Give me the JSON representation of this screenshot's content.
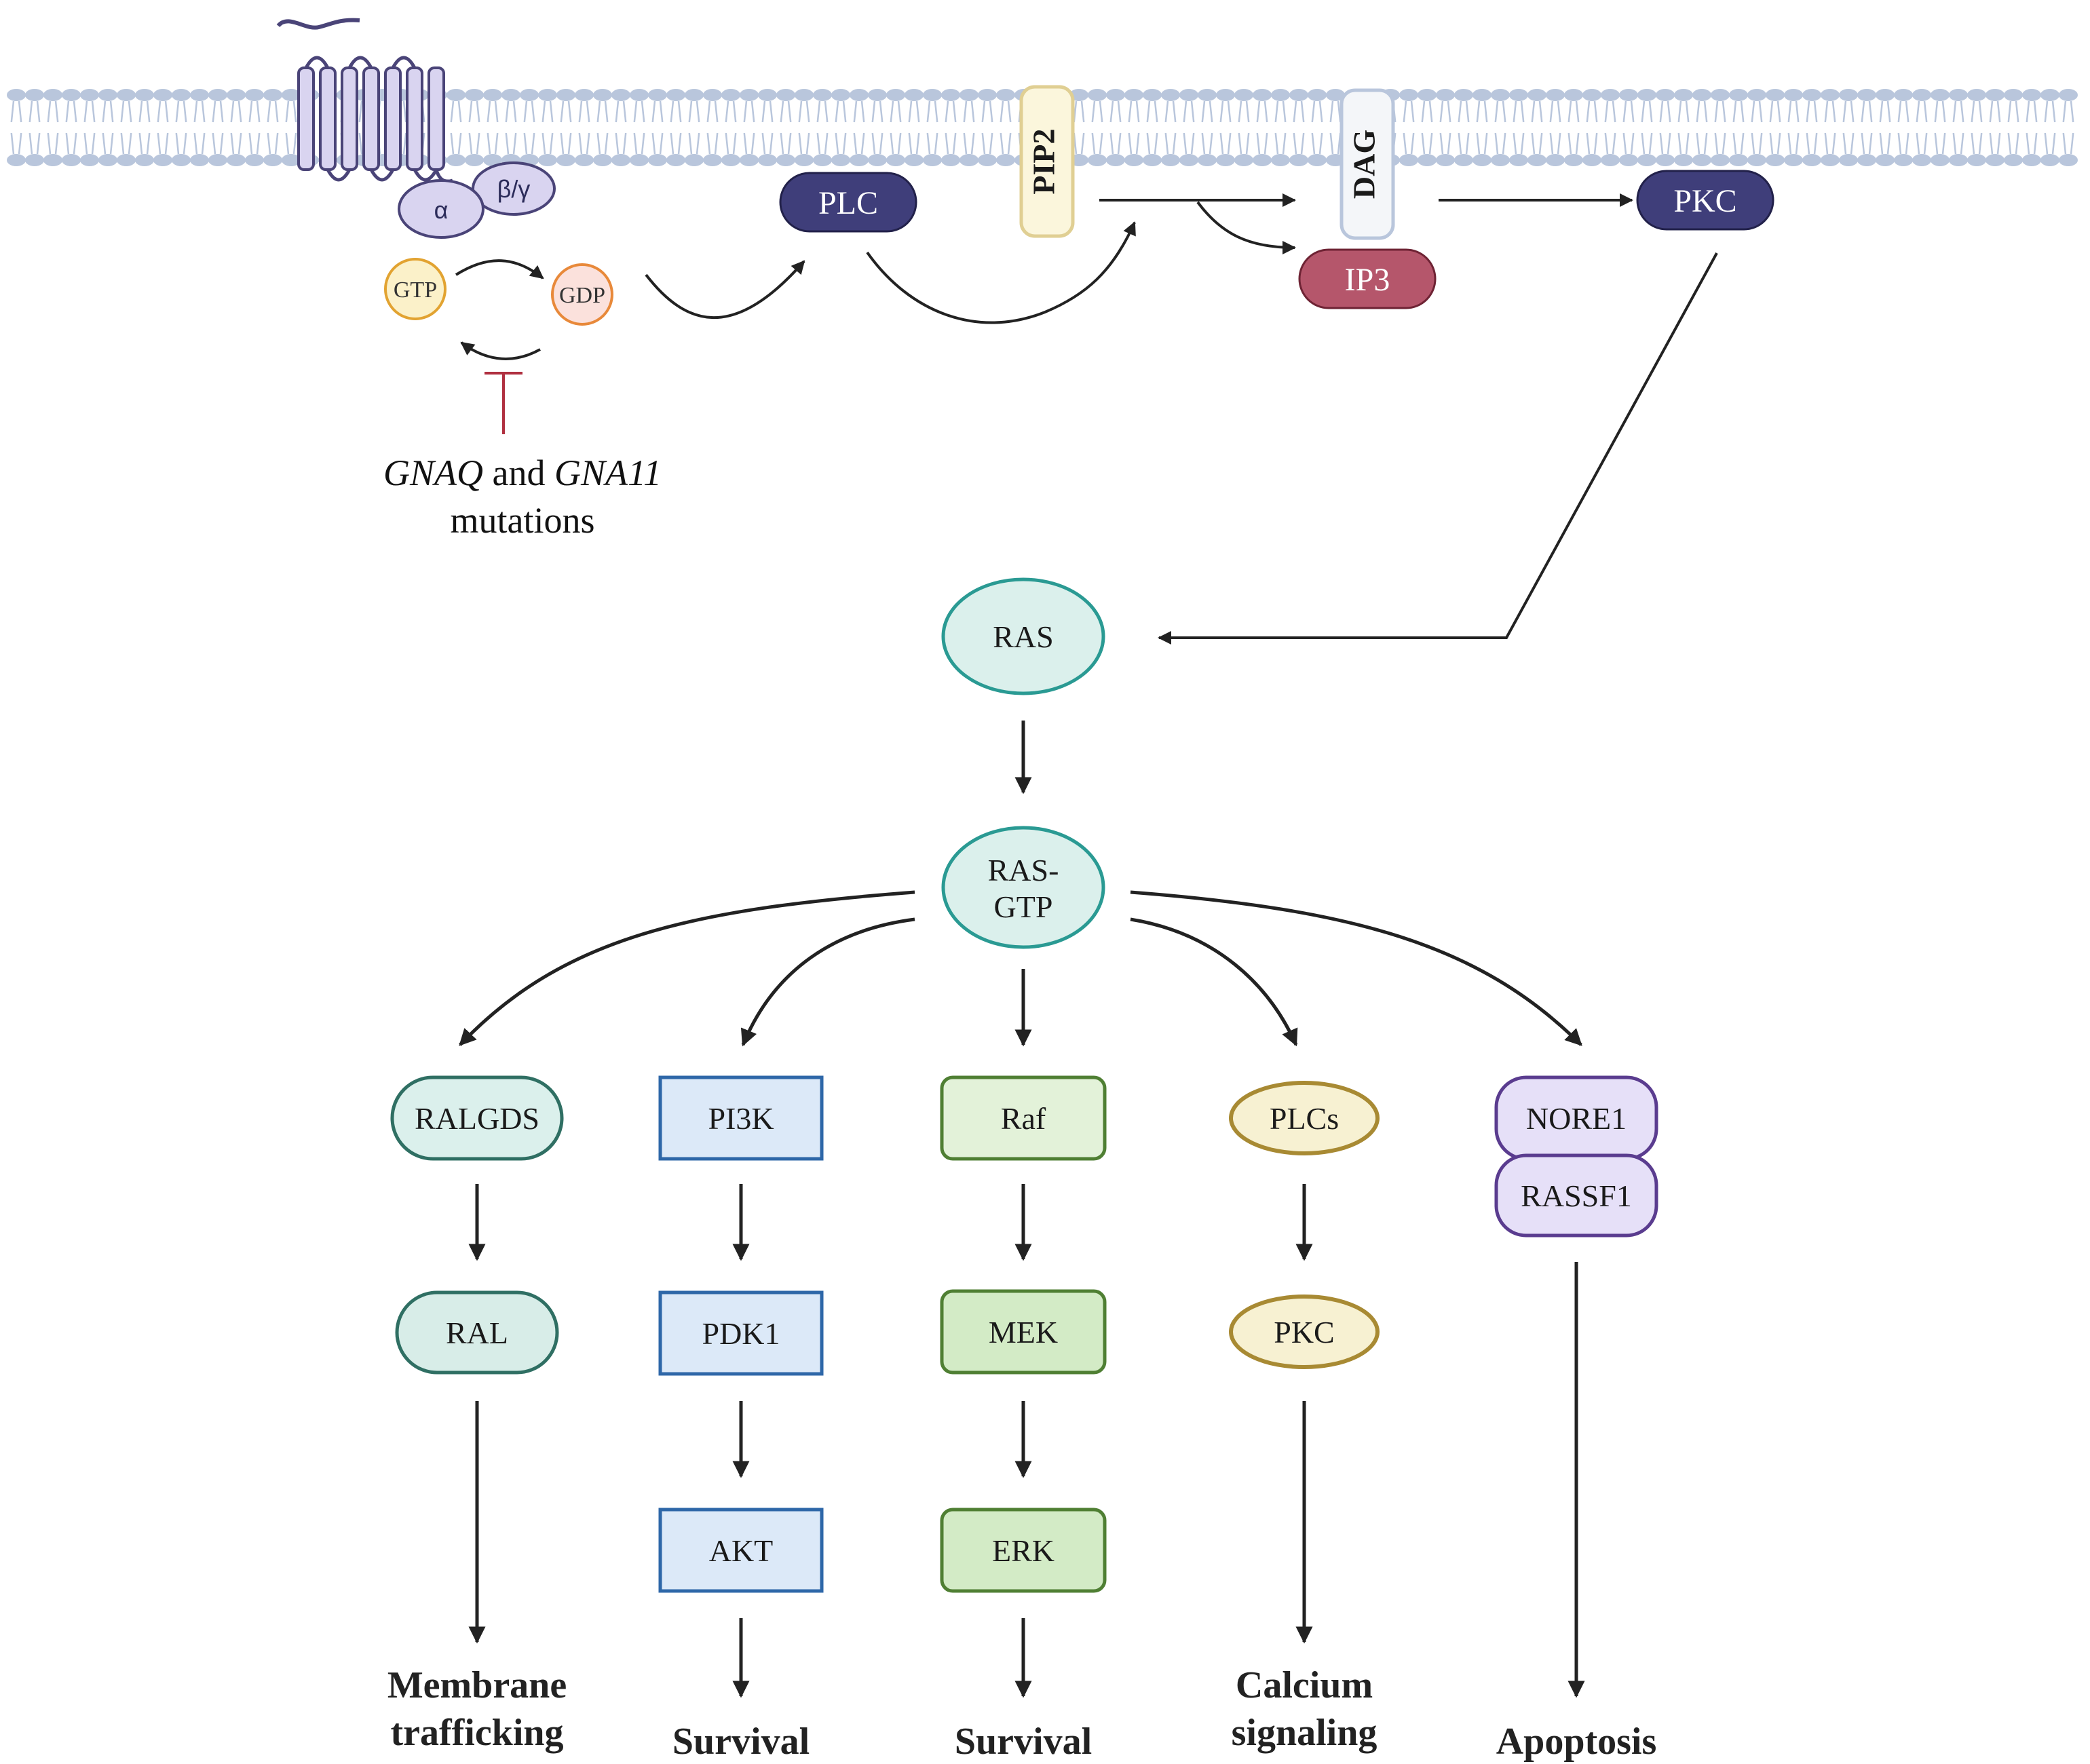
{
  "receptor": {
    "alpha_label": "α",
    "beta_gamma_label": "β/γ",
    "gtp_label": "GTP",
    "gdp_label": "GDP"
  },
  "mutation_note": {
    "gene1": "GNAQ",
    "connector": " and ",
    "gene2": "GNA11",
    "line2": "mutations"
  },
  "membrane_nodes": {
    "plc": "PLC",
    "pip2": "PIP2",
    "dag": "DAG",
    "ip3": "IP3",
    "pkc": "PKC"
  },
  "ras": {
    "ras_label": "RAS",
    "ras_gtp_line1": "RAS-",
    "ras_gtp_line2": "GTP"
  },
  "branches": [
    {
      "nodes": [
        "RALGDS",
        "RAL"
      ],
      "outcome": [
        "Membrane",
        "trafficking"
      ]
    },
    {
      "nodes": [
        "PI3K",
        "PDK1",
        "AKT"
      ],
      "outcome": [
        "Survival"
      ]
    },
    {
      "nodes": [
        "Raf",
        "MEK",
        "ERK"
      ],
      "outcome": [
        "Survival"
      ]
    },
    {
      "nodes": [
        "PLCs",
        "PKC"
      ],
      "outcome": [
        "Calcium",
        "signaling"
      ]
    },
    {
      "nodes": [
        "NORE1",
        "RASSF1"
      ],
      "outcome": [
        "Apoptosis"
      ]
    }
  ],
  "colors": {
    "membrane": "#b9c6dc",
    "receptor_fill": "#d9d4f0",
    "receptor_stroke": "#4a4478",
    "plc_pkc_fill": "#3f3e7a",
    "pip2_fill": "#fbf6dc",
    "pip2_stroke": "#e0cf93",
    "ip3_fill": "#b5566b",
    "teal_fill": "#dbf0ec",
    "teal_stroke": "#2a9a93",
    "ral_fill": "#d8ede8",
    "ral_stroke": "#2f6f63",
    "blue_fill": "#dce9f8",
    "blue_stroke": "#2e67a8",
    "green_fill": "#e3f2d9",
    "green_stroke": "#4f7f33",
    "yellow_fill": "#f7f1d2",
    "yellow_stroke": "#a88a33",
    "purple_fill": "#e6e0f8",
    "purple_stroke": "#5a3c8f",
    "inhibit": "#b03040",
    "arrow": "#222222"
  }
}
